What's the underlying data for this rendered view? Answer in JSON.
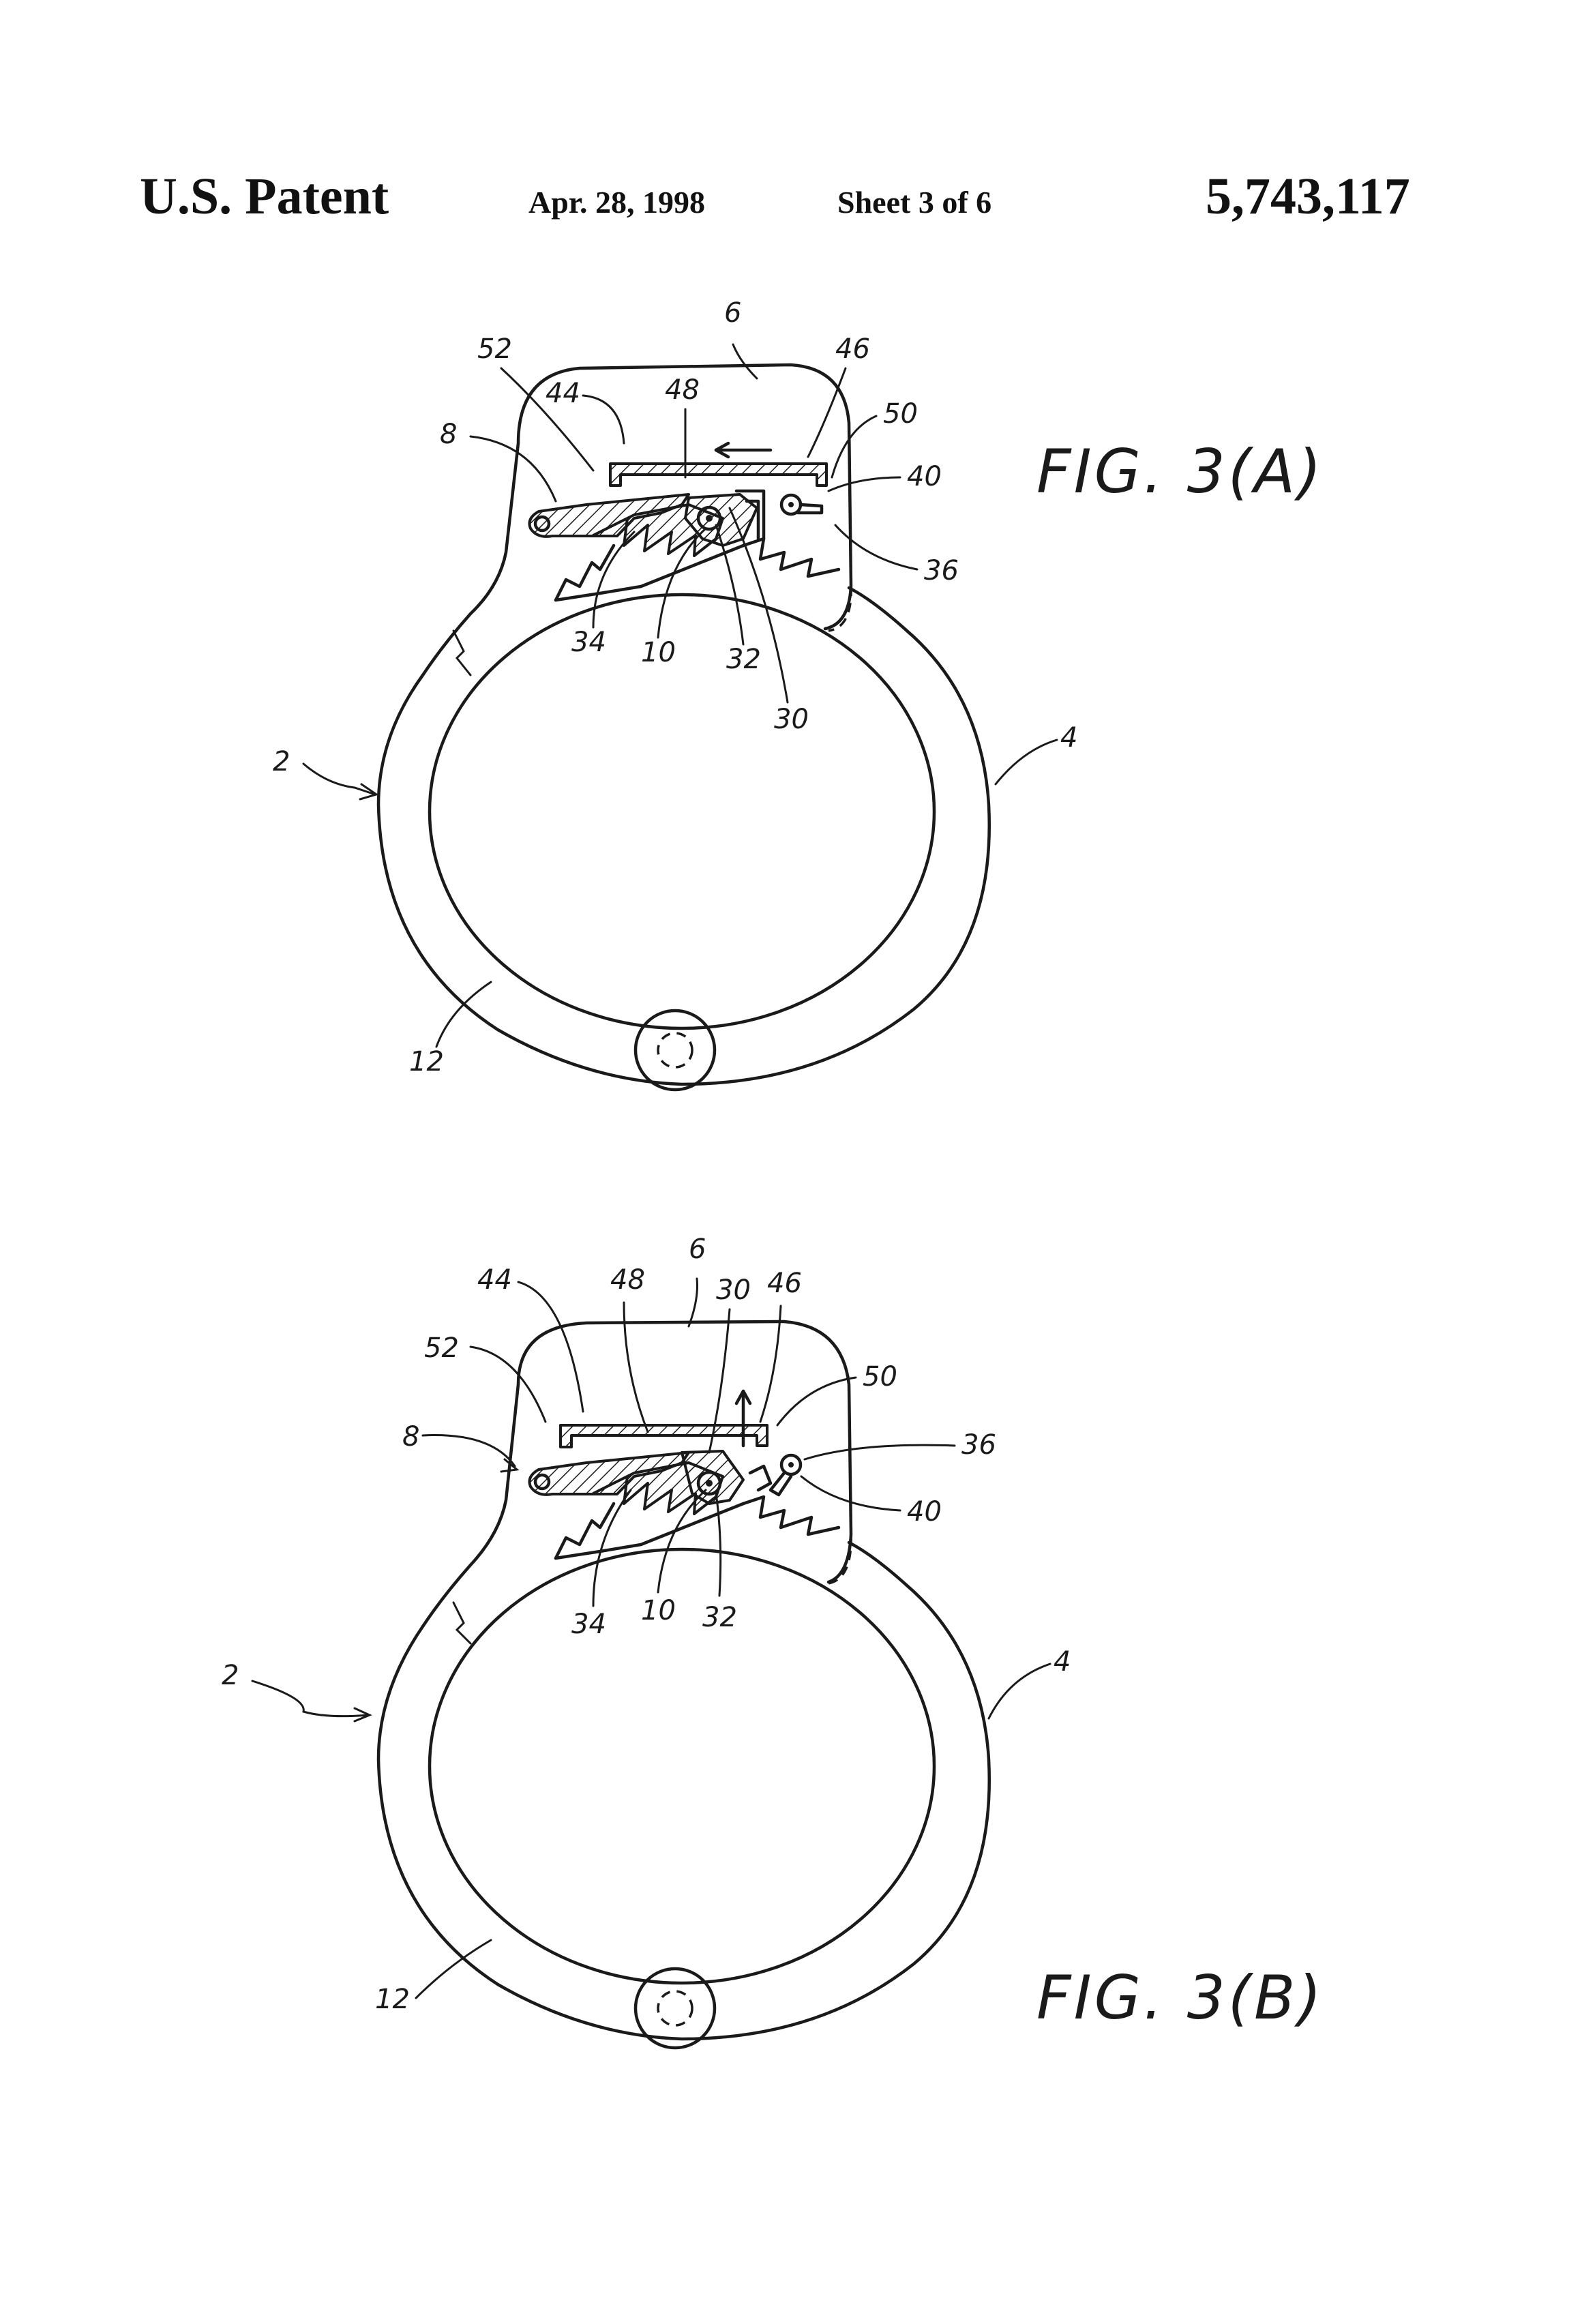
{
  "header": {
    "left": "U.S. Patent",
    "date": "Apr. 28, 1998",
    "sheet": "Sheet 3 of 6",
    "patent_number": "5,743,117"
  },
  "figures": [
    {
      "label": "FIG. 3(A)",
      "refs": {
        "r6": "6",
        "r52": "52",
        "r46": "46",
        "r44": "44",
        "r48": "48",
        "r50": "50",
        "r8": "8",
        "r40": "40",
        "r36": "36",
        "r34": "34",
        "r10": "10",
        "r32": "32",
        "r30": "30",
        "r2": "2",
        "r4": "4",
        "r12": "12"
      }
    },
    {
      "label": "FIG. 3(B)",
      "refs": {
        "r6": "6",
        "r44": "44",
        "r48": "48",
        "r30": "30",
        "r46": "46",
        "r52": "52",
        "r50": "50",
        "r8": "8",
        "r36": "36",
        "r40": "40",
        "r34": "34",
        "r10": "10",
        "r32": "32",
        "r2": "2",
        "r4": "4",
        "r12": "12"
      }
    }
  ]
}
